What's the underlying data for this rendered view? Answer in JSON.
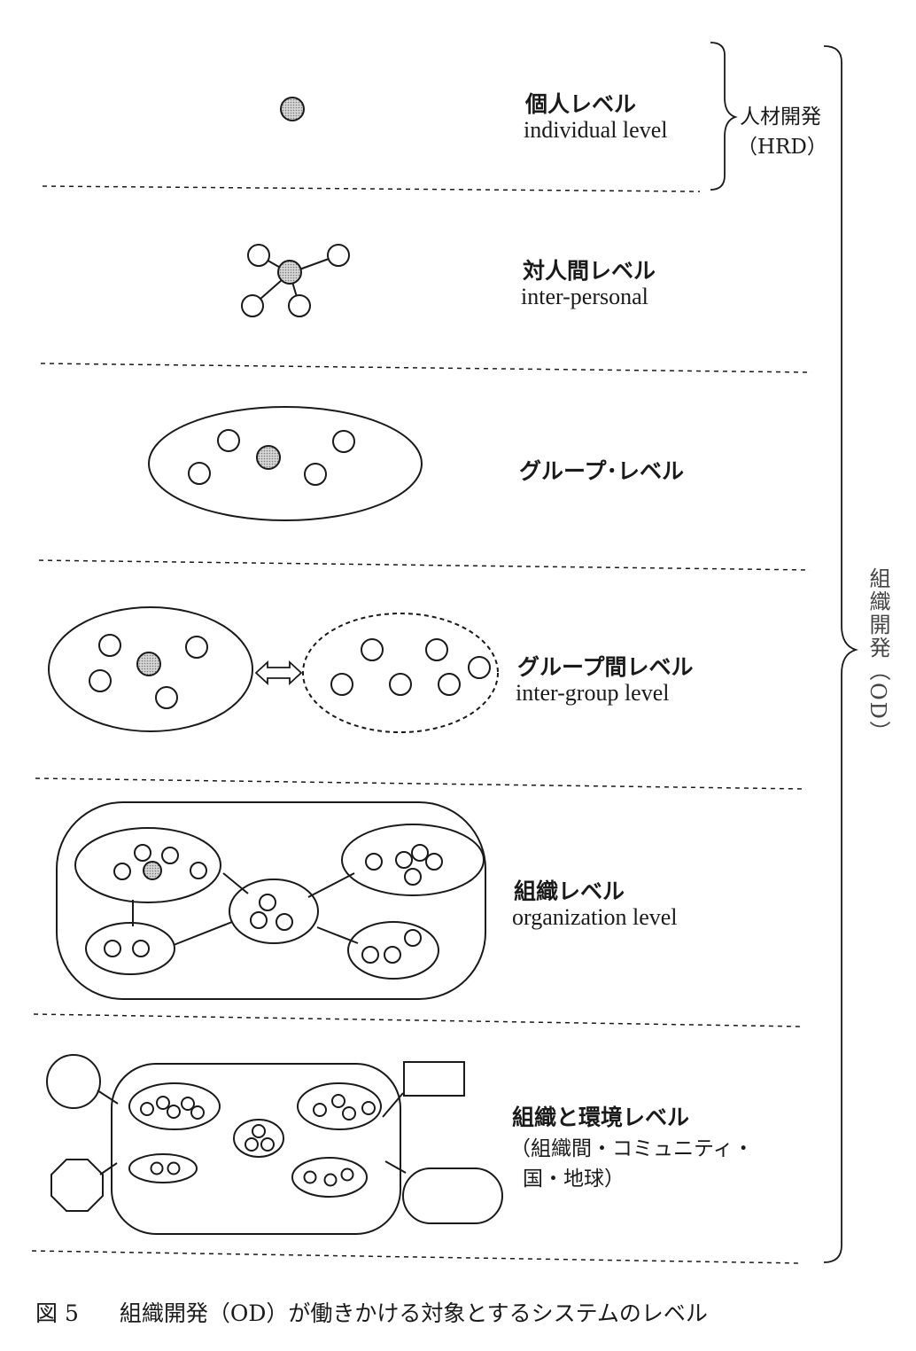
{
  "levels": [
    {
      "jp": "個人レベル",
      "en": "individual level"
    },
    {
      "jp": "対人間レベル",
      "en": "inter-personal"
    },
    {
      "jp": "グループ･レベル"
    },
    {
      "jp": "グループ間レベル",
      "en": "inter-group level"
    },
    {
      "jp": "組織レベル",
      "en": "organization level"
    },
    {
      "jp": "組織と環境レベル",
      "sub1": "（組織間・コミュニティ・",
      "sub2": "国・地球）"
    }
  ],
  "hrd": {
    "line1": "人材開発",
    "line2": "（HRD）"
  },
  "od": {
    "label": "組織開発（OD）"
  },
  "caption": {
    "figure_no": "図 5",
    "text": "組織開発（OD）が働きかける対象とするシステムのレベル"
  },
  "colors": {
    "line": "#1a1a1a",
    "shade": "#bdbdbd"
  }
}
